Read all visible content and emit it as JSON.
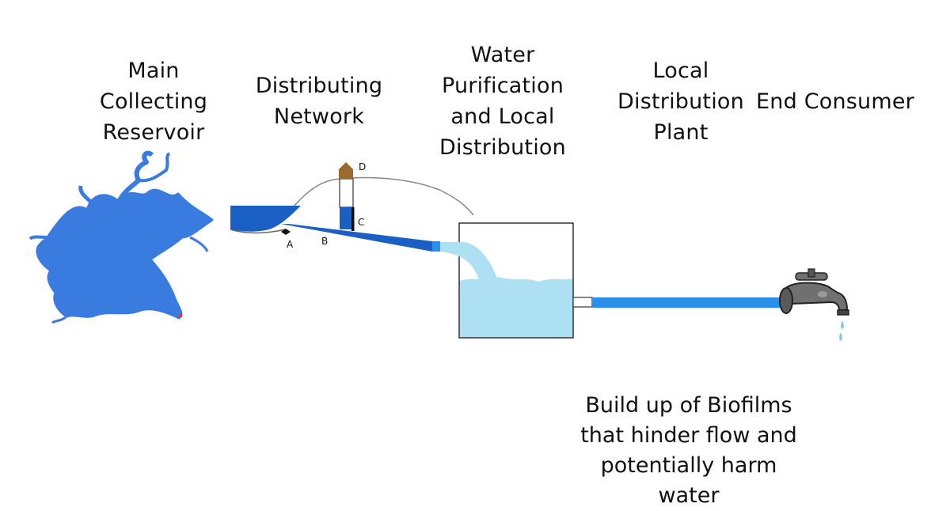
{
  "stages": {
    "reservoir": "Main\nCollecting\nReservoir",
    "network": "Distributing\nNetwork",
    "purification": "Water\nPurification\nand Local\nDistribution",
    "local_plant": "Local\nDistribution\nPlant",
    "end_consumer": "End Consumer"
  },
  "points": {
    "a": "A",
    "b": "B",
    "c": "C",
    "d": "D"
  },
  "note": "Build up of Biofilms\nthat hinder flow and\npotentially harm\nwater",
  "colors": {
    "reservoir": "#3a7be0",
    "pipe_dark": "#1a5fc4",
    "pipe_light": "#2a8fe8",
    "water_light": "#aee0f4",
    "tap_house": "#9c6a2c"
  }
}
